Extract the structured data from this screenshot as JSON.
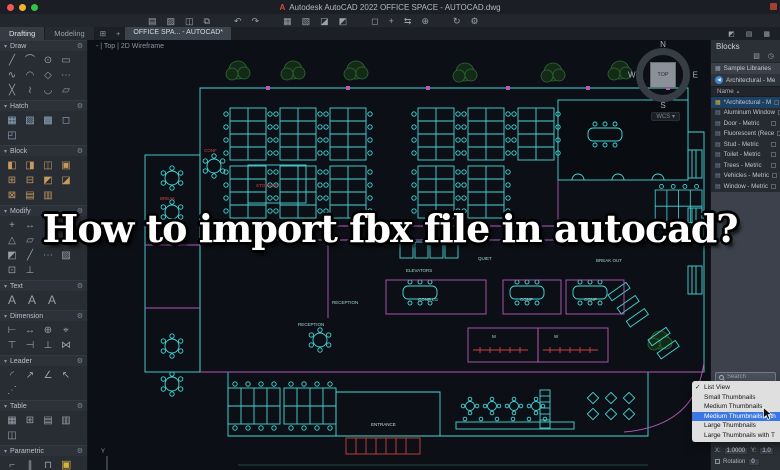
{
  "window": {
    "title": "Autodesk AutoCAD 2022   OFFICE SPACE - AUTOCAD.dwg",
    "logo_glyph": "A"
  },
  "quick_toolbar": {
    "icons": [
      {
        "name": "new-file-icon",
        "glyph": "▤"
      },
      {
        "name": "open-folder-icon",
        "glyph": "▨"
      },
      {
        "name": "save-icon",
        "glyph": "◫"
      },
      {
        "name": "save-as-icon",
        "glyph": "⧉"
      },
      {
        "name": "undo-icon",
        "glyph": "↶"
      },
      {
        "name": "redo-icon",
        "glyph": "↷"
      },
      {
        "name": "print-icon",
        "glyph": "▦"
      },
      {
        "name": "batch-plot-icon",
        "glyph": "▧"
      },
      {
        "name": "copy-icon",
        "glyph": "◪"
      },
      {
        "name": "paste-icon",
        "glyph": "◩"
      },
      {
        "name": "select-box-icon",
        "glyph": "◻"
      },
      {
        "name": "pan-icon",
        "glyph": "+"
      },
      {
        "name": "swap-icon",
        "glyph": "⇆"
      },
      {
        "name": "insert-icon",
        "glyph": "⊕"
      },
      {
        "name": "sync-icon",
        "glyph": "↻"
      },
      {
        "name": "settings-icon",
        "glyph": "⚙"
      }
    ]
  },
  "workspace_tabs": {
    "items": [
      {
        "label": "Drafting",
        "active": true
      },
      {
        "label": "Modeling",
        "active": false
      }
    ],
    "grid_glyph": "⊞",
    "new_tab_glyph": "+"
  },
  "file_tab": {
    "label": "OFFICE SPA... - AUTOCAD*"
  },
  "panel_toolbar_icons": [
    {
      "name": "palette-properties-icon",
      "glyph": "◩"
    },
    {
      "name": "palette-list-icon",
      "glyph": "▤"
    },
    {
      "name": "palette-grid-icon",
      "glyph": "▦"
    }
  ],
  "viewport": {
    "controls": "-  |  Top  |  2D Wireframe"
  },
  "viewcube": {
    "north": "N",
    "south": "S",
    "east": "E",
    "west": "W",
    "face": "TOP",
    "coord_label": "WCS ▾"
  },
  "headline": "How to import fbx file in autocad?",
  "tool_palette": {
    "sections": [
      {
        "name": "Draw",
        "icons": [
          "╱",
          "⌒",
          "⊙",
          "▭",
          "∿",
          "◠",
          "◇",
          "⋯",
          "╳",
          "≀",
          "◡",
          "▱"
        ]
      },
      {
        "name": "Hatch",
        "icons": [
          "▦",
          "▨",
          "▩",
          "◻",
          "◰"
        ]
      },
      {
        "name": "Block",
        "icons": [
          "◧",
          "◨",
          "◫",
          "▣",
          "⊞",
          "⊟",
          "◩",
          "◪",
          "⊠",
          "▤",
          "▥"
        ]
      },
      {
        "name": "Modify",
        "icons": [
          "+",
          "↔",
          "↻",
          "✂",
          "△",
          "▱",
          "⌐",
          "⊞",
          "◩",
          "╱",
          "⋯",
          "▨",
          "⊡",
          "⊥"
        ]
      },
      {
        "name": "Text",
        "icons": [
          "A",
          "A",
          "A"
        ]
      },
      {
        "name": "Dimension",
        "icons": [
          "⊢",
          "↔",
          "⊕",
          "⌖",
          "⊤",
          "⊣",
          "⊥",
          "⋈"
        ]
      },
      {
        "name": "Leader",
        "icons": [
          "◜",
          "↗",
          "∠",
          "↖",
          "⋰"
        ]
      },
      {
        "name": "Table",
        "icons": [
          "▦",
          "⊞",
          "▤",
          "▥",
          "◫"
        ]
      },
      {
        "name": "Parametric",
        "icons": [
          "⌐",
          "∥",
          "⊓",
          "▣",
          "⊔",
          "⊏",
          "⊐"
        ]
      }
    ],
    "caret_glyph": "▾",
    "gear_glyph": "⚙"
  },
  "blocks_panel": {
    "title": "Blocks",
    "header_icons": [
      {
        "name": "import-blocks-icon",
        "glyph": "▧"
      },
      {
        "name": "recent-blocks-icon",
        "glyph": "◷"
      }
    ],
    "library_row": "Sample Libraries",
    "current_library": "Architectural - Me",
    "back_glyph": "◀",
    "name_header": "Name",
    "items": [
      {
        "label": "*Architectural - M",
        "selected": true,
        "gold": true
      },
      {
        "label": "Aluminum Window"
      },
      {
        "label": "Door - Metric"
      },
      {
        "label": "Fluorescent (Rece"
      },
      {
        "label": "Stud - Metric"
      },
      {
        "label": "Toilet - Metric"
      },
      {
        "label": "Trees - Metric"
      },
      {
        "label": "Vehicles - Metric"
      },
      {
        "label": "Window - Metric"
      }
    ],
    "search_placeholder": "Search",
    "menu": {
      "items": [
        {
          "label": "List View",
          "checked": true
        },
        {
          "label": "Small Thumbnails"
        },
        {
          "label": "Medium Thumbnails"
        },
        {
          "label": "Medium Thumbnails with",
          "highlighted": true
        },
        {
          "label": "Large Thumbnails"
        },
        {
          "label": "Large Thumbnails with T"
        }
      ]
    },
    "insert_options": {
      "x_label": "X:",
      "x_value": "1.0000",
      "y_label": "Y:",
      "y_value": "1.0",
      "rotation_label": "Rotation",
      "rotation_value": "0"
    }
  },
  "plan_labels": {
    "elevators": "ELEVATORS",
    "reception_1": "RECEPTION",
    "reception_2": "RECEPTION",
    "quiet": "QUIET",
    "break_out": "BREAK OUT",
    "conf_lg": "CONF LG",
    "conf_1": "CONF",
    "conf_2": "CONF",
    "conf_3": "CONF",
    "storage": "STORAGE",
    "break_room": "BREAK",
    "entrance": "ENTRANCE",
    "mens": "M",
    "womens": "W",
    "ucs_y": "Y"
  },
  "colors": {
    "wall_cyan": "#45d7d7",
    "wall_magenta": "#b55ab5",
    "accent_red": "#d04040",
    "tree_green": "#2f6b33",
    "canvas_bg": "#0c1016",
    "menu_highlight": "#3b77e3"
  }
}
